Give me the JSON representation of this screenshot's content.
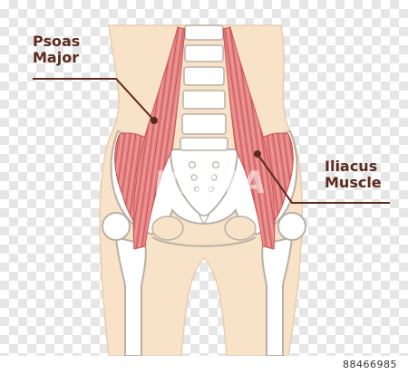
{
  "labels": {
    "psoas_line1": "Psoas",
    "psoas_line2": "Major",
    "iliacus_line1": "Iliacus",
    "iliacus_line2": "Muscle"
  },
  "credit": "88466985",
  "watermark": "PIXTA",
  "colors": {
    "skin": "#f8e2c8",
    "muscle": "#e07a7a",
    "muscle_dark": "#c95050",
    "bone": "#ffffff",
    "outline": "#b9b0a6",
    "label": "#5a2a1e",
    "pointer": "#5a2a1e"
  }
}
